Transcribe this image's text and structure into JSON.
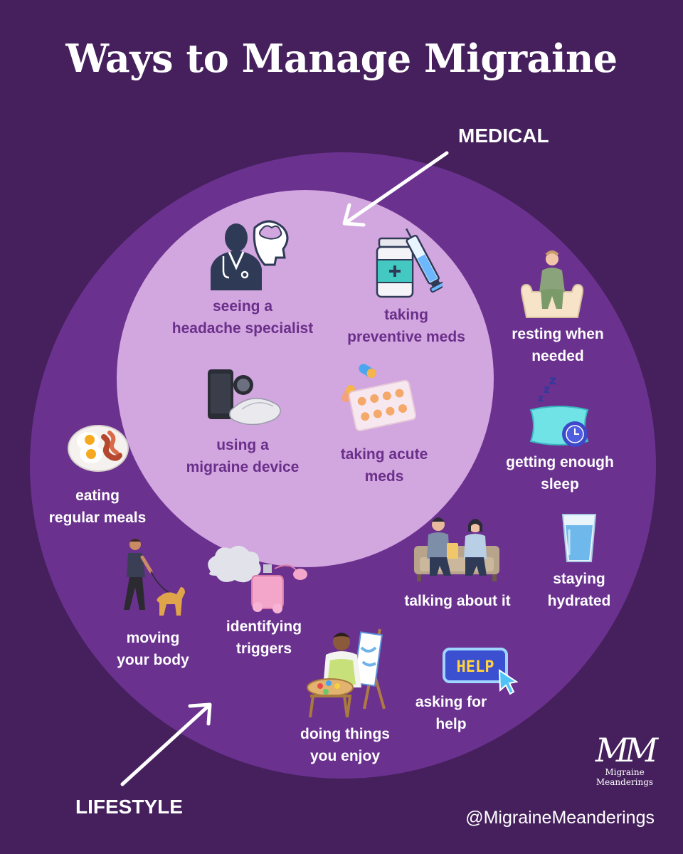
{
  "title": "Ways to Manage Migraine",
  "sections": {
    "medical": "MEDICAL",
    "lifestyle": "LIFESTYLE"
  },
  "medical_items": [
    {
      "label": "seeing a\nheadache specialist",
      "icon": "doctor-brain-icon"
    },
    {
      "label": "taking\npreventive meds",
      "icon": "medicine-bottle-syringe-icon"
    },
    {
      "label": "using a\nmigraine device",
      "icon": "migraine-device-icon"
    },
    {
      "label": "taking acute\nmeds",
      "icon": "pills-blister-icon"
    }
  ],
  "lifestyle_items": [
    {
      "label": "resting when\nneeded",
      "icon": "resting-person-icon"
    },
    {
      "label": "getting enough\nsleep",
      "icon": "pillow-clock-icon"
    },
    {
      "label": "eating\nregular meals",
      "icon": "eggs-bacon-icon"
    },
    {
      "label": "talking about it",
      "icon": "people-couch-icon"
    },
    {
      "label": "staying\nhydrated",
      "icon": "water-glass-icon"
    },
    {
      "label": "moving\nyour body",
      "icon": "dog-walking-icon"
    },
    {
      "label": "identifying\ntriggers",
      "icon": "perfume-cloud-icon"
    },
    {
      "label": "asking for\nhelp",
      "icon": "help-button-icon"
    },
    {
      "label": "doing things\nyou enjoy",
      "icon": "painting-icon"
    }
  ],
  "help_icon_text": "HELP",
  "logo": {
    "mark": "MM",
    "line1": "Migraine",
    "line2": "Meanderings"
  },
  "handle": "@MigraineMeanderings",
  "colors": {
    "background": "#45205c",
    "outer_circle": "#6a318f",
    "inner_circle": "#d2a6df",
    "dark_text": "#6a2f8a",
    "light_text": "#ffffff"
  }
}
